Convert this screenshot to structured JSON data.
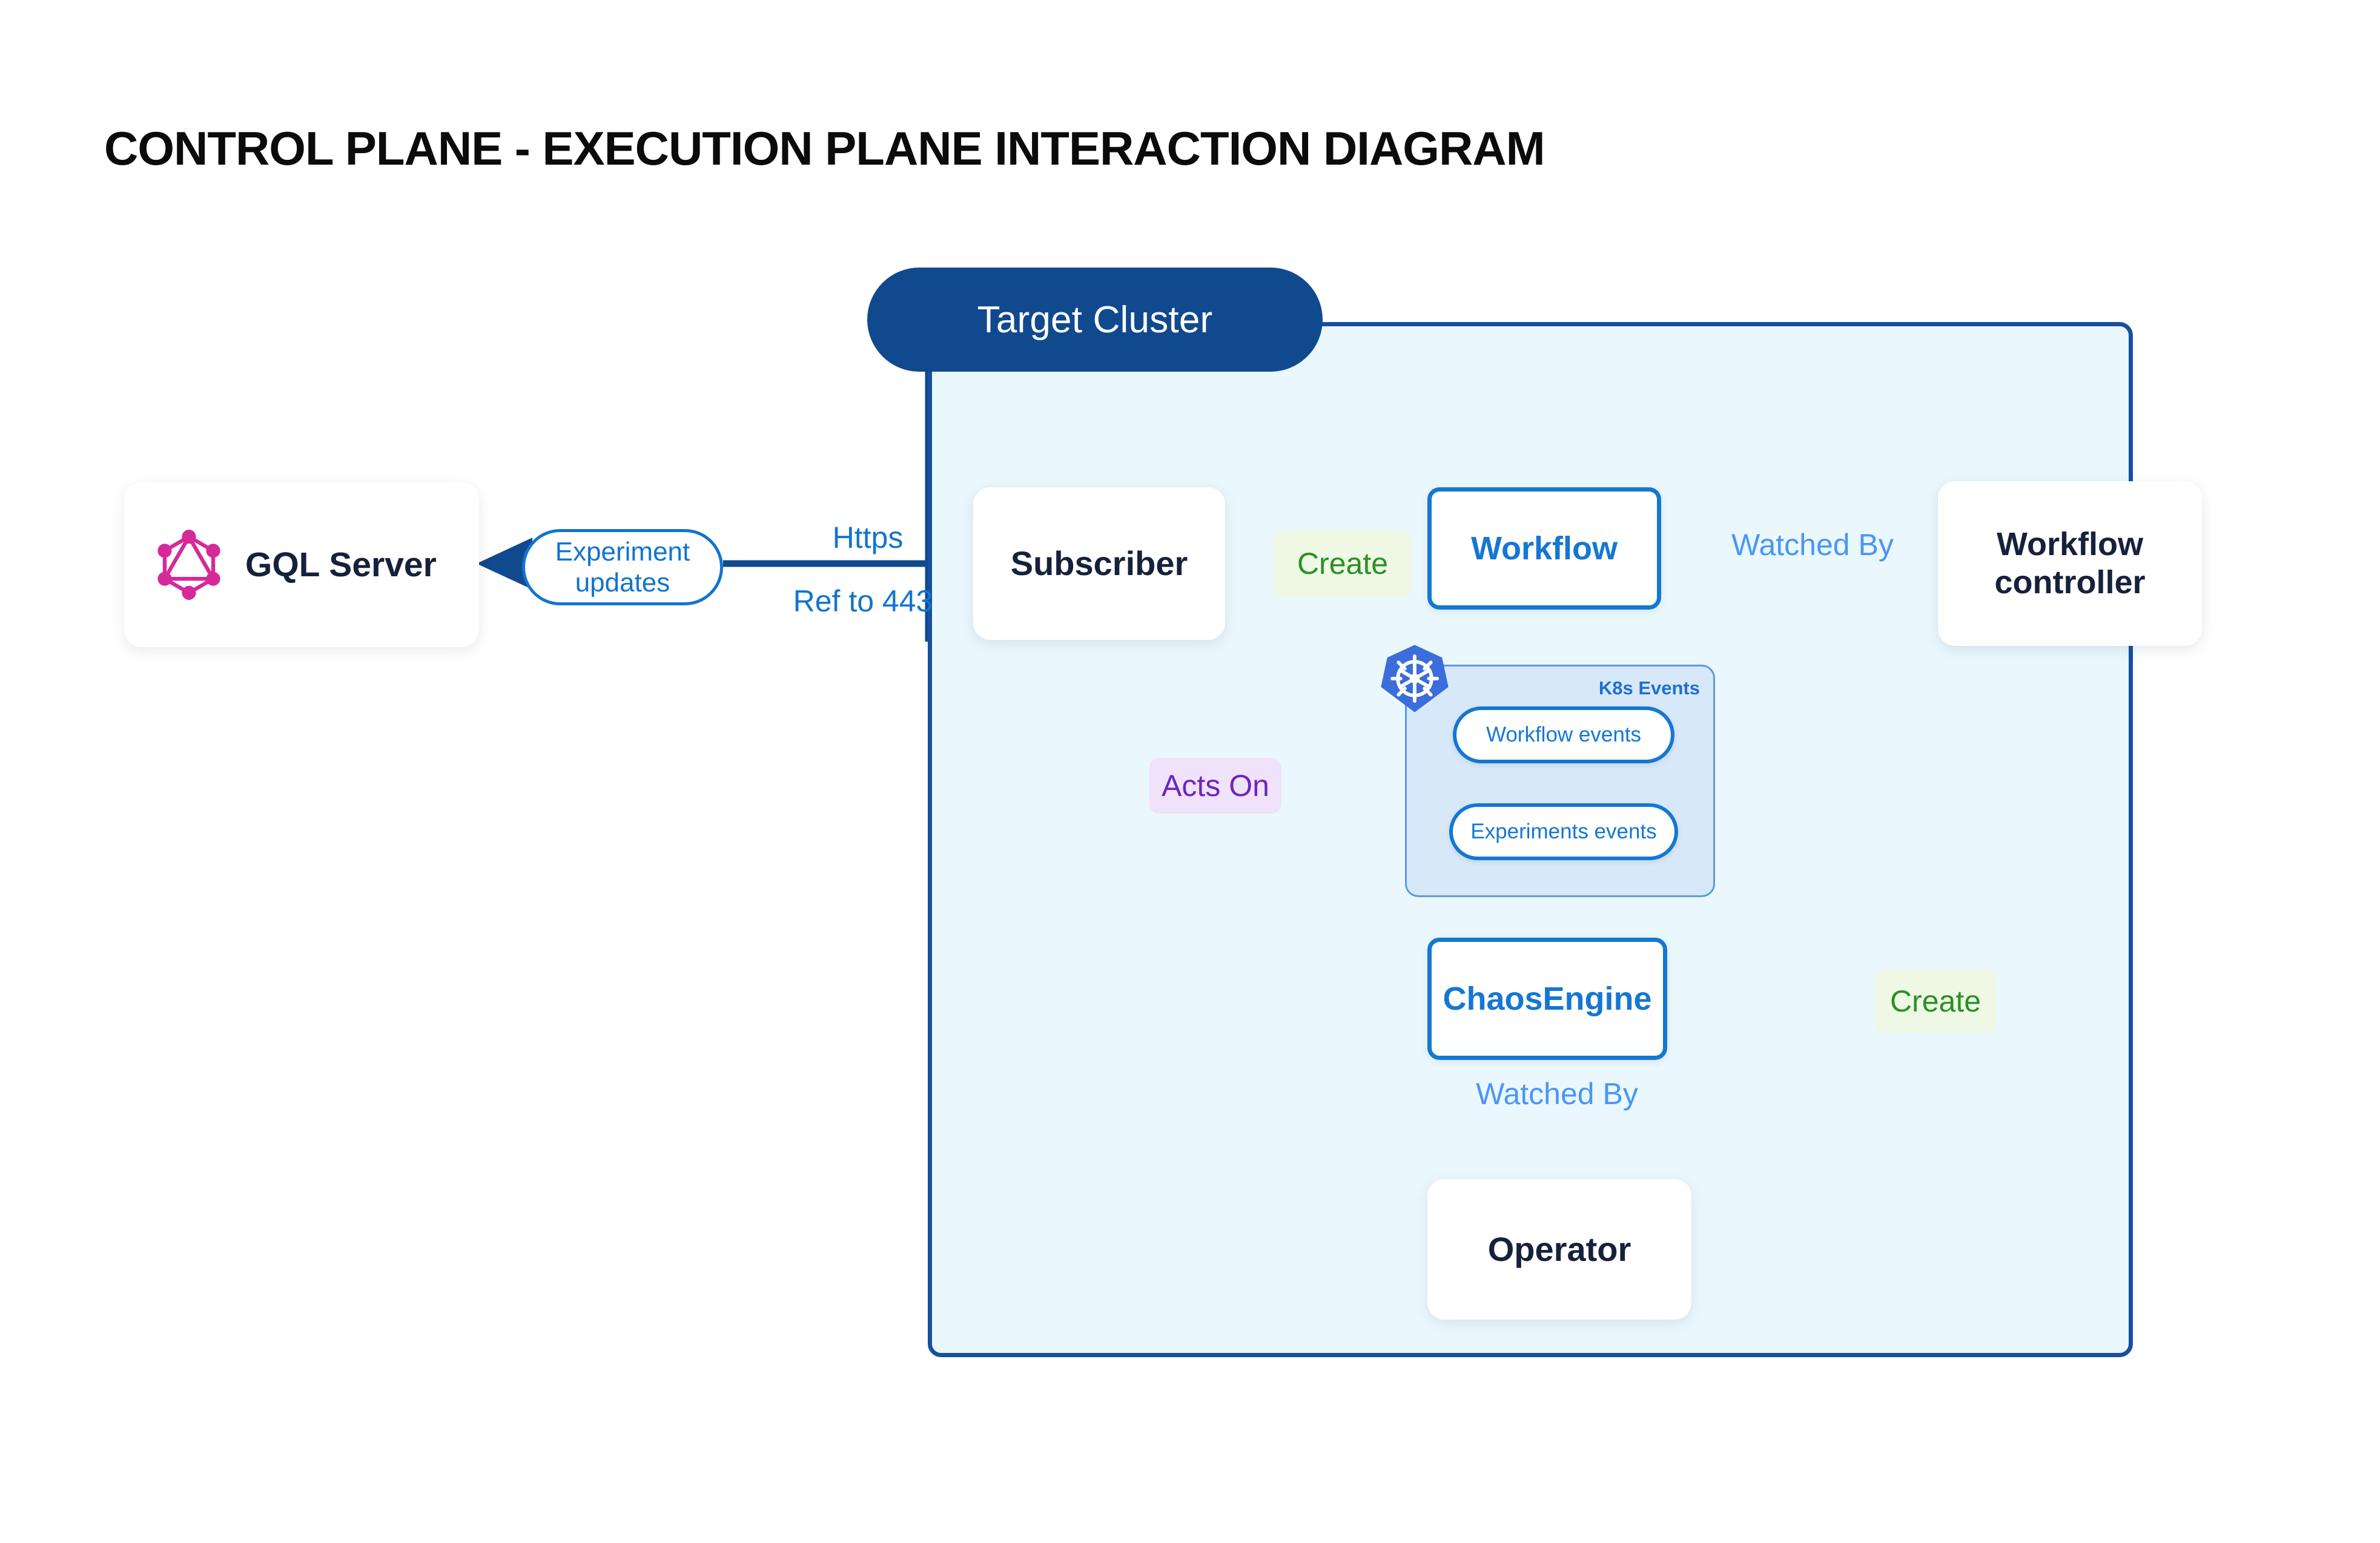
{
  "title": "CONTROL PLANE - EXECUTION PLANE INTERACTION DIAGRAM",
  "cluster": {
    "name": "Target Cluster"
  },
  "nodes": {
    "gql_server": {
      "label": "GQL Server",
      "icon": "graphql-icon"
    },
    "subscriber": {
      "label": "Subscriber"
    },
    "workflow": {
      "label": "Workflow"
    },
    "workflow_controller": {
      "label": "Workflow controller"
    },
    "chaosengine": {
      "label": "ChaosEngine"
    },
    "operator": {
      "label": "Operator"
    }
  },
  "k8s_events": {
    "title": "K8s Events",
    "icon": "kubernetes-icon",
    "pills": [
      {
        "label": "Workflow events"
      },
      {
        "label": "Experiments events"
      }
    ]
  },
  "edge_labels": {
    "experiment_updates": "Experiment updates",
    "https": "Https",
    "ref_to_443": "Ref to 443",
    "create_workflow": "Create",
    "create_chaosengine": "Create",
    "acts_on": "Acts On",
    "watched_by_controller": "Watched By",
    "watched_by_operator": "Watched By"
  },
  "colors": {
    "cluster_border": "#16509e",
    "cluster_fill": "#eaf7fd",
    "cluster_pill": "#11498f",
    "blue_node": "#1477d4",
    "dark_text": "#16213c",
    "green_edge": "#2a9026",
    "purple_edge": "#6a27bd",
    "light_blue_edge": "#4a96f5",
    "deep_blue_edge": "#11498f",
    "slate_edge": "#4a5568",
    "graphql_pink": "#d6299a",
    "kubernetes_blue": "#3b6ddb",
    "k8s_panel_fill": "#d7e8f8"
  }
}
